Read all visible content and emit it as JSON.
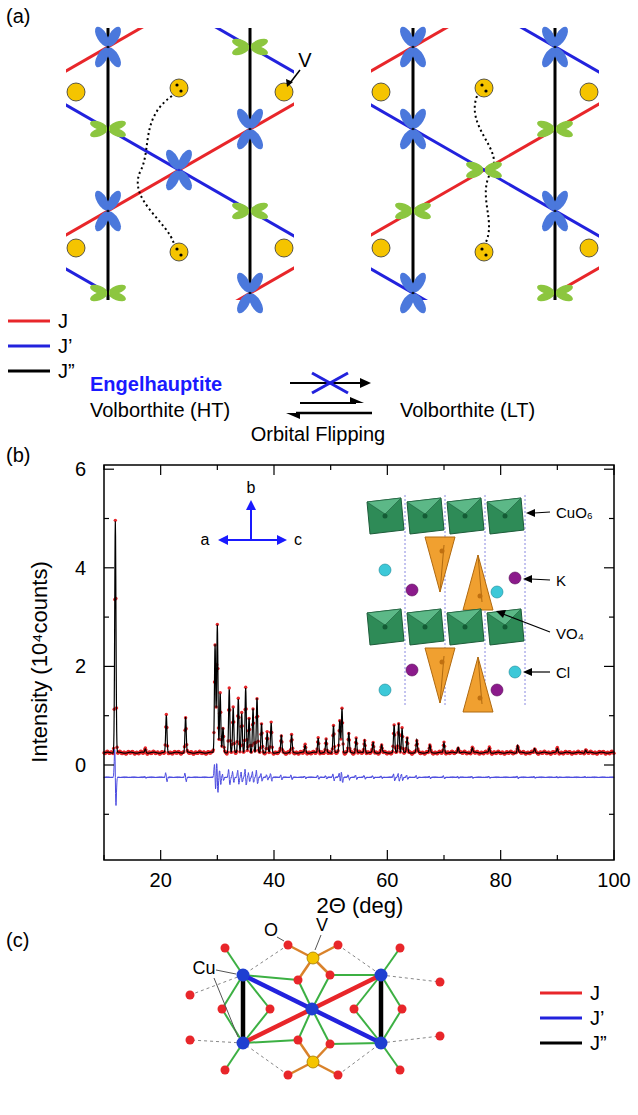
{
  "diagram": {
    "labels": [
      "(a)",
      "V",
      "Engelhauptite",
      "Volborthite (HT)",
      "Volborthite (LT)",
      "Orbital Flipping",
      "(b)",
      "6",
      "4",
      "2",
      "0",
      "20",
      "40",
      "60",
      "80",
      "100",
      "Intensity (10⁴counts)",
      "2Θ (deg)",
      "b",
      "a",
      "c",
      "CuO₆",
      "K",
      "VO₄",
      "Cl",
      "(c)",
      "O",
      "V",
      "Cu"
    ],
    "legend": [
      {
        "text": "J"
      },
      {
        "text": "J’"
      },
      {
        "text": "J”"
      },
      {
        "text": "J"
      },
      {
        "text": "J’"
      },
      {
        "text": "J”"
      }
    ]
  }
}
